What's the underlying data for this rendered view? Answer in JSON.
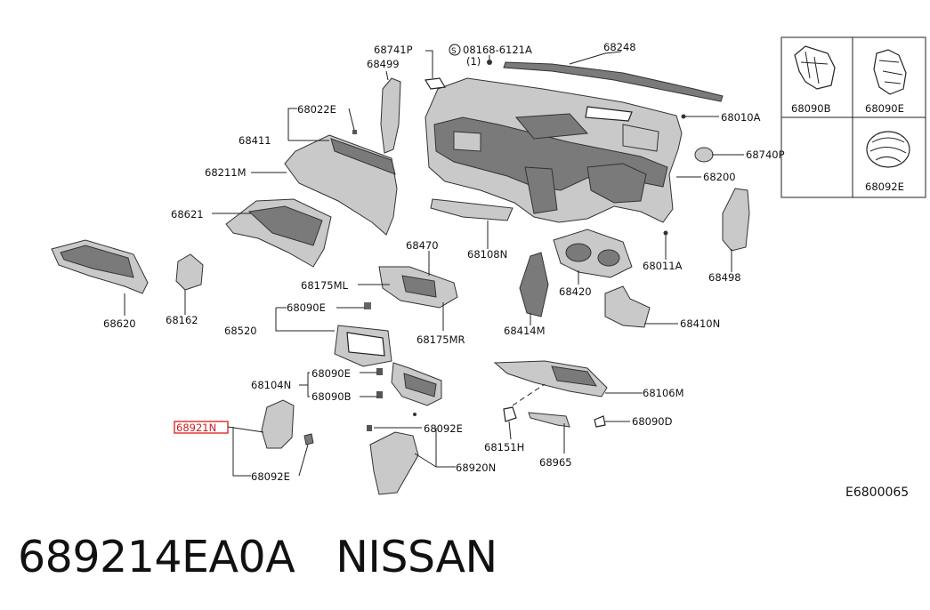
{
  "diagram": {
    "code": "E6800065",
    "screw_label": "08168-6121A",
    "screw_qty": "(1)",
    "highlighted_label": "68921N",
    "callouts": {
      "p68741P": "68741P",
      "p68499": "68499",
      "p68248": "68248",
      "p68022E": "68022E",
      "p68411": "68411",
      "p68211M": "68211M",
      "p68621": "68621",
      "p68620": "68620",
      "p68162": "68162",
      "p68470": "68470",
      "p68175ML": "68175ML",
      "p68090E_a": "68090E",
      "p68520": "68520",
      "p68175MR": "68175MR",
      "p68108N": "68108N",
      "p68414M": "68414M",
      "p68420": "68420",
      "p68010A": "68010A",
      "p68740P": "68740P",
      "p68200": "68200",
      "p68011A": "68011A",
      "p68498": "68498",
      "p68410N": "68410N",
      "p68104N": "68104N",
      "p68090E_b": "68090E",
      "p68090B_b": "68090B",
      "p68106M": "68106M",
      "p68090D": "68090D",
      "p68092E_a": "68092E",
      "p68920N": "68920N",
      "p68092E_b": "68092E",
      "p68151H": "68151H",
      "p68965": "68965"
    },
    "legend": {
      "clip1": "68090B",
      "clip2": "68090E",
      "clip3": "68092E"
    }
  },
  "caption": {
    "part_number": "689214EA0A",
    "brand": "NISSAN"
  }
}
